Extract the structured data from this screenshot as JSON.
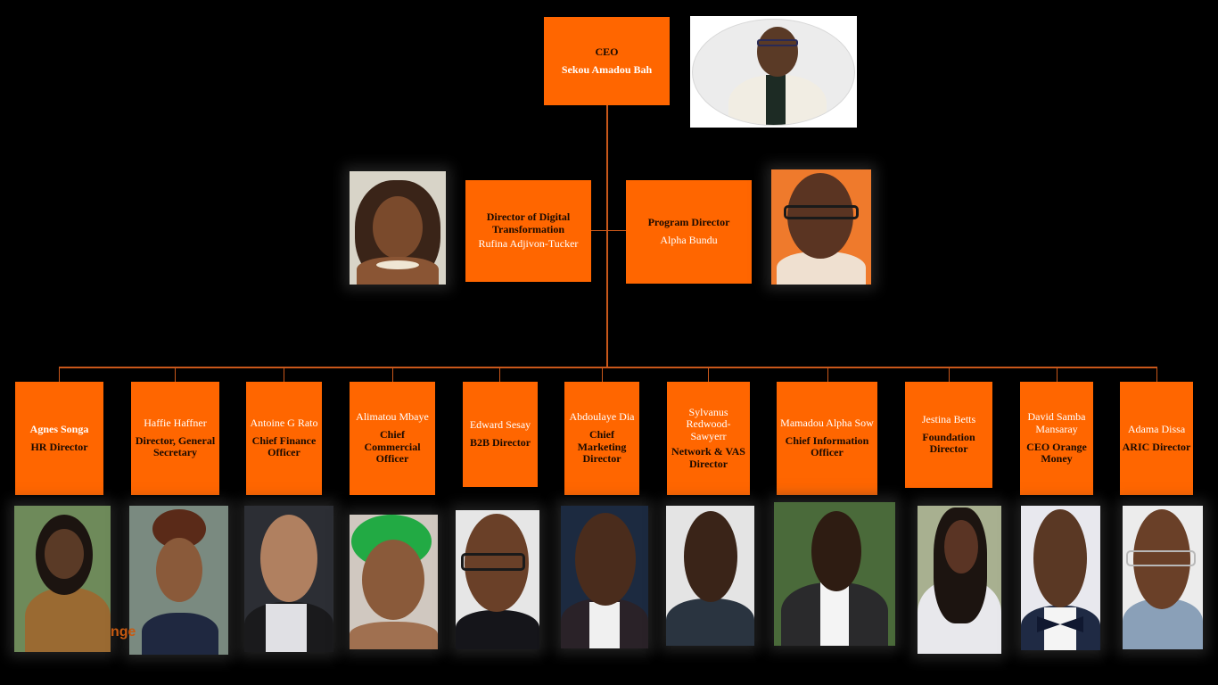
{
  "colors": {
    "box": "#ff6600",
    "connector": "#c8571a",
    "background": "#000000",
    "dark_text": "#1a0a00",
    "light_text": "#ffffff"
  },
  "ceo": {
    "title": "CEO",
    "name": "Sekou Amadou Bah",
    "photo_icon": "portrait-photo"
  },
  "second_level": [
    {
      "title": "Director of Digital Transformation",
      "name": "Rufina Adjivon-Tucker",
      "photo_icon": "portrait-photo"
    },
    {
      "title": "Program Director",
      "name": "Alpha Bundu",
      "photo_icon": "portrait-photo"
    }
  ],
  "directors": [
    {
      "name": "Agnes Songa",
      "title": "HR Director"
    },
    {
      "name": "Haffie Haffner",
      "title": "Director, General Secretary"
    },
    {
      "name": "Antoine G Rato",
      "title": "Chief Finance Officer"
    },
    {
      "name": "Alimatou Mbaye",
      "title": "Chief Commercial Officer"
    },
    {
      "name": "Edward Sesay",
      "title": "B2B Director"
    },
    {
      "name": "Abdoulaye Dia",
      "title": "Chief Marketing Director"
    },
    {
      "name": "Sylvanus Redwood-Sawyerr",
      "title": "Network & VAS Director"
    },
    {
      "name": "Mamadou Alpha Sow",
      "title": "Chief Information Officer"
    },
    {
      "name": "Jestina Betts",
      "title": "Foundation Director"
    },
    {
      "name": "David Samba Mansaray",
      "title": "CEO Orange Money"
    },
    {
      "name": "Adama Dissa",
      "title": "ARIC Director"
    }
  ],
  "logo_fragment": "nge"
}
